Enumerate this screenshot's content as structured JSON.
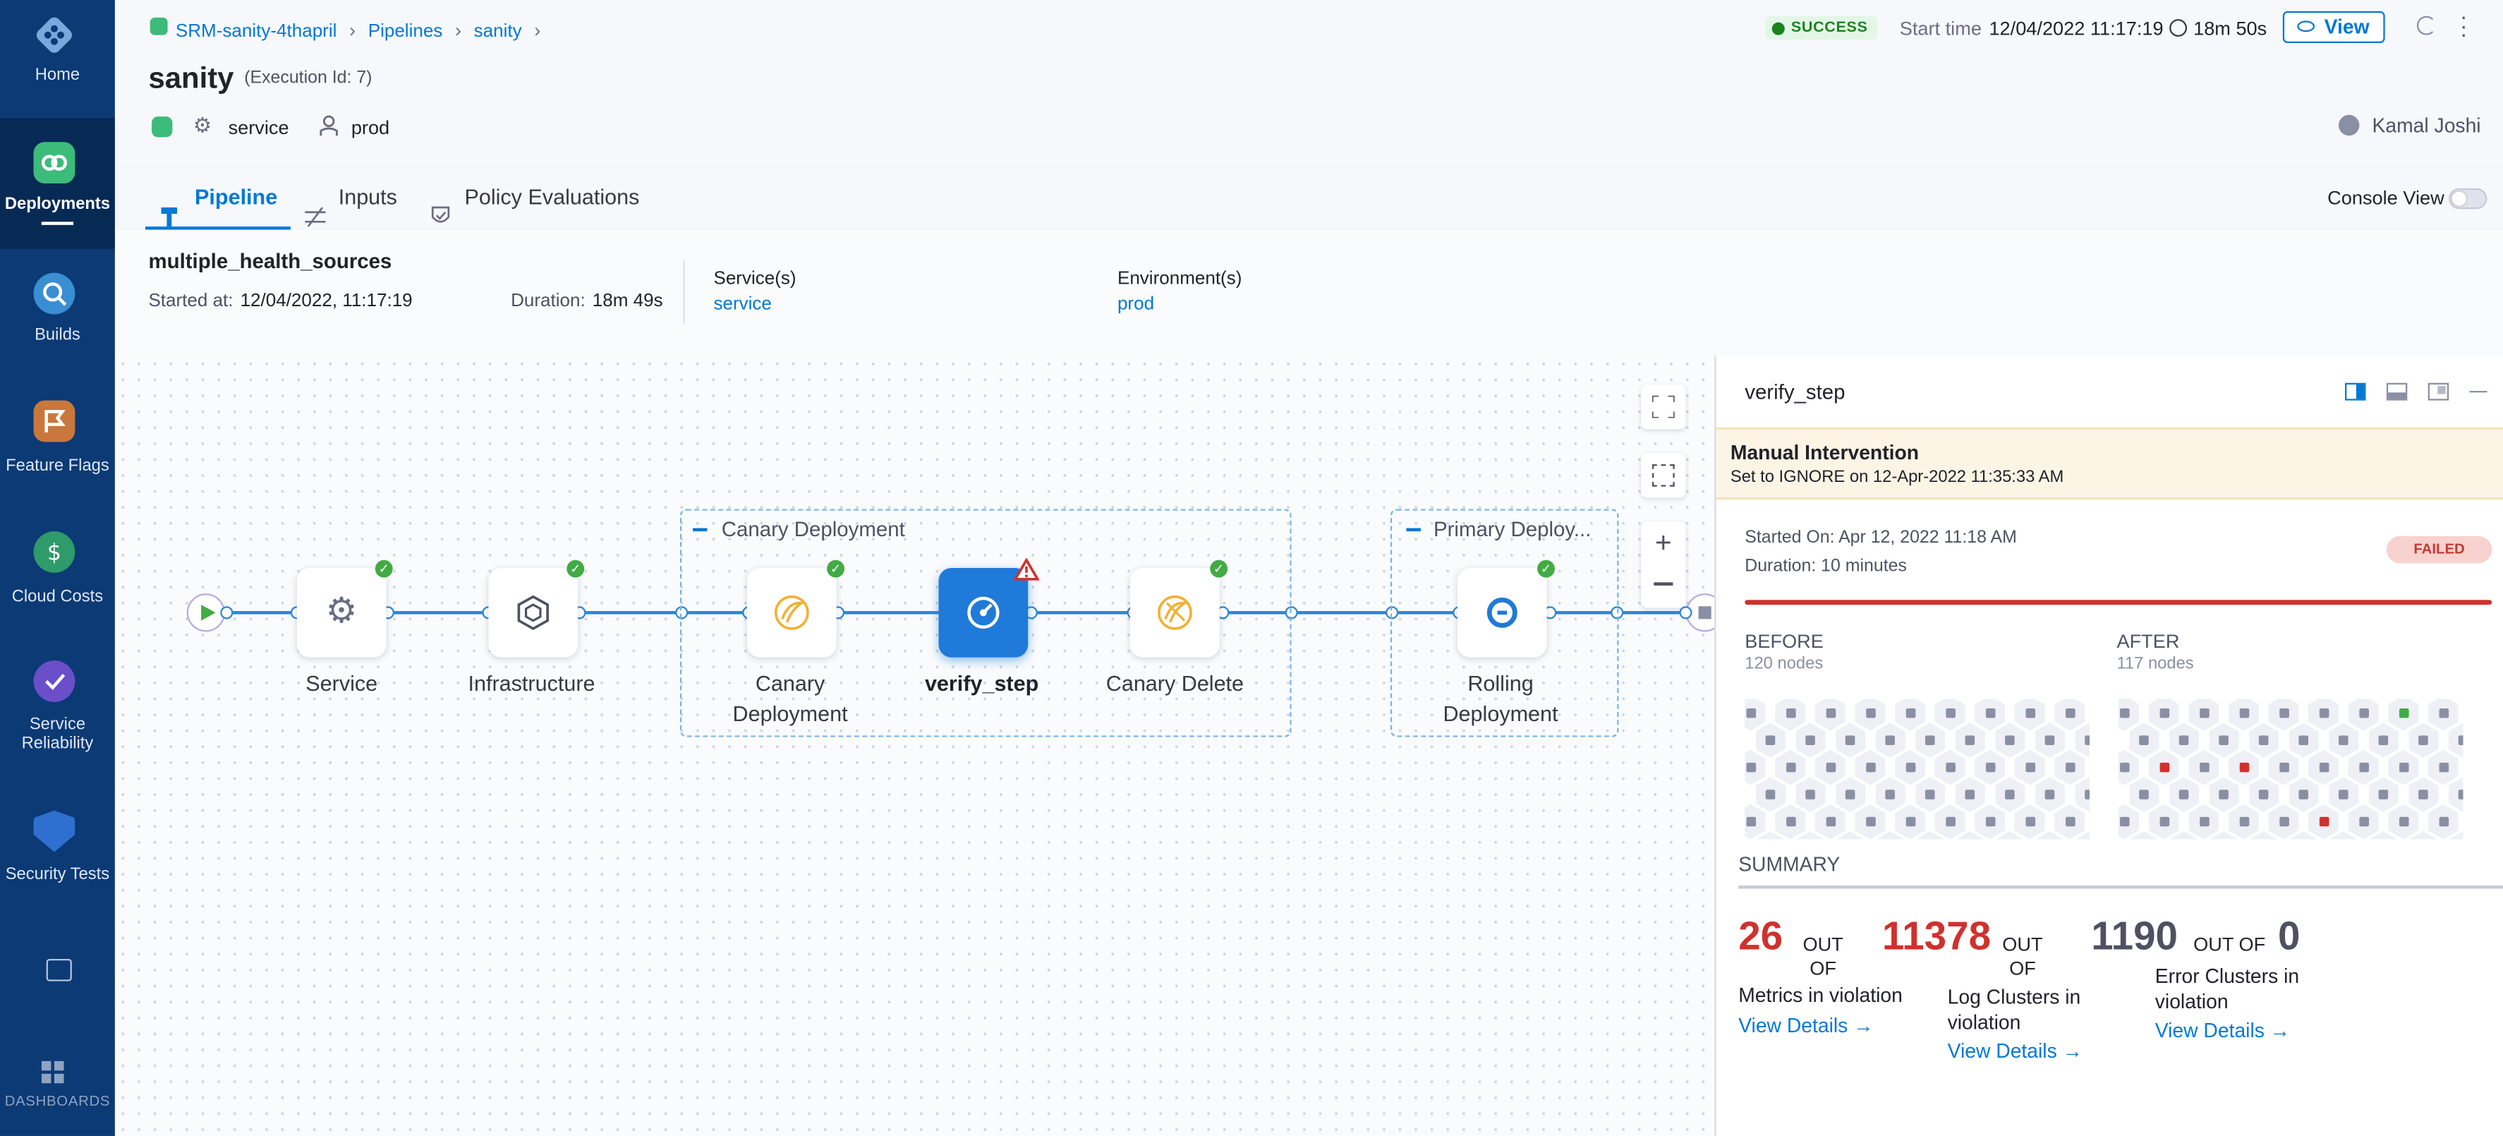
{
  "nav": {
    "items": [
      {
        "label": "Home",
        "icon": "harness-logo-icon"
      },
      {
        "label": "Deployments",
        "icon": "deployments-icon"
      },
      {
        "label": "Builds",
        "icon": "builds-icon"
      },
      {
        "label": "Feature Flags",
        "icon": "feature-flags-icon"
      },
      {
        "label": "Cloud Costs",
        "icon": "cloud-costs-icon"
      },
      {
        "label": "Service Reliability",
        "icon": "service-reliability-icon"
      },
      {
        "label": "Security Tests",
        "icon": "security-tests-icon"
      }
    ],
    "dashboards_label": "DASHBOARDS"
  },
  "header": {
    "breadcrumb": [
      "SRM-sanity-4thapril",
      "Pipelines",
      "sanity"
    ],
    "title": "sanity",
    "execution_id": "(Execution Id: 7)",
    "service": "service",
    "environment": "prod",
    "status": "SUCCESS",
    "start_time_label": "Start time",
    "start_time": "12/04/2022 11:17:19",
    "duration": "18m 50s",
    "view_label": "View",
    "user": "Kamal Joshi"
  },
  "tabs": {
    "pipeline": "Pipeline",
    "inputs": "Inputs",
    "policy": "Policy Evaluations",
    "console_view": "Console View"
  },
  "stage_summary": {
    "name": "multiple_health_sources",
    "started_label": "Started at:",
    "started": "12/04/2022, 11:17:19",
    "duration_label": "Duration:",
    "duration": "18m 49s",
    "services_label": "Service(s)",
    "services": "service",
    "envs_label": "Environment(s)",
    "envs": "prod"
  },
  "graph": {
    "nodes": {
      "service": "Service",
      "infrastructure": "Infrastructure",
      "canary_line1": "Canary",
      "canary_line2": "Deployment",
      "verify": "verify_step",
      "canary_delete": "Canary Delete",
      "rolling_line1": "Rolling",
      "rolling_line2": "Deployment"
    },
    "groups": {
      "canary": "Canary Deployment",
      "primary": "Primary Deploy..."
    }
  },
  "panel": {
    "title": "verify_step",
    "intervention_title": "Manual Intervention",
    "intervention_sub": "Set to IGNORE on 12-Apr-2022 11:35:33 AM",
    "started_on": "Started On: Apr 12, 2022 11:18 AM",
    "duration": "Duration: 10 minutes",
    "status": "FAILED",
    "before_label": "BEFORE",
    "before_nodes": "120 nodes",
    "after_label": "AFTER",
    "after_nodes": "117 nodes",
    "summary_label": "SUMMARY",
    "metrics": {
      "count": "26",
      "out_of": "OUT OF",
      "label": "Metrics in violation",
      "link": "View Details"
    },
    "logs": {
      "count": "11378",
      "out_of": "OUT OF",
      "label": "Log Clusters in violation",
      "link": "View Details"
    },
    "errors": {
      "count": "1190",
      "out_of": "OUT OF",
      "total": "0",
      "label": "Error Clusters in violation",
      "link": "View Details"
    },
    "colors": {
      "red": "#d0312d",
      "green": "#42ab45",
      "blue": "#0278d5"
    }
  }
}
